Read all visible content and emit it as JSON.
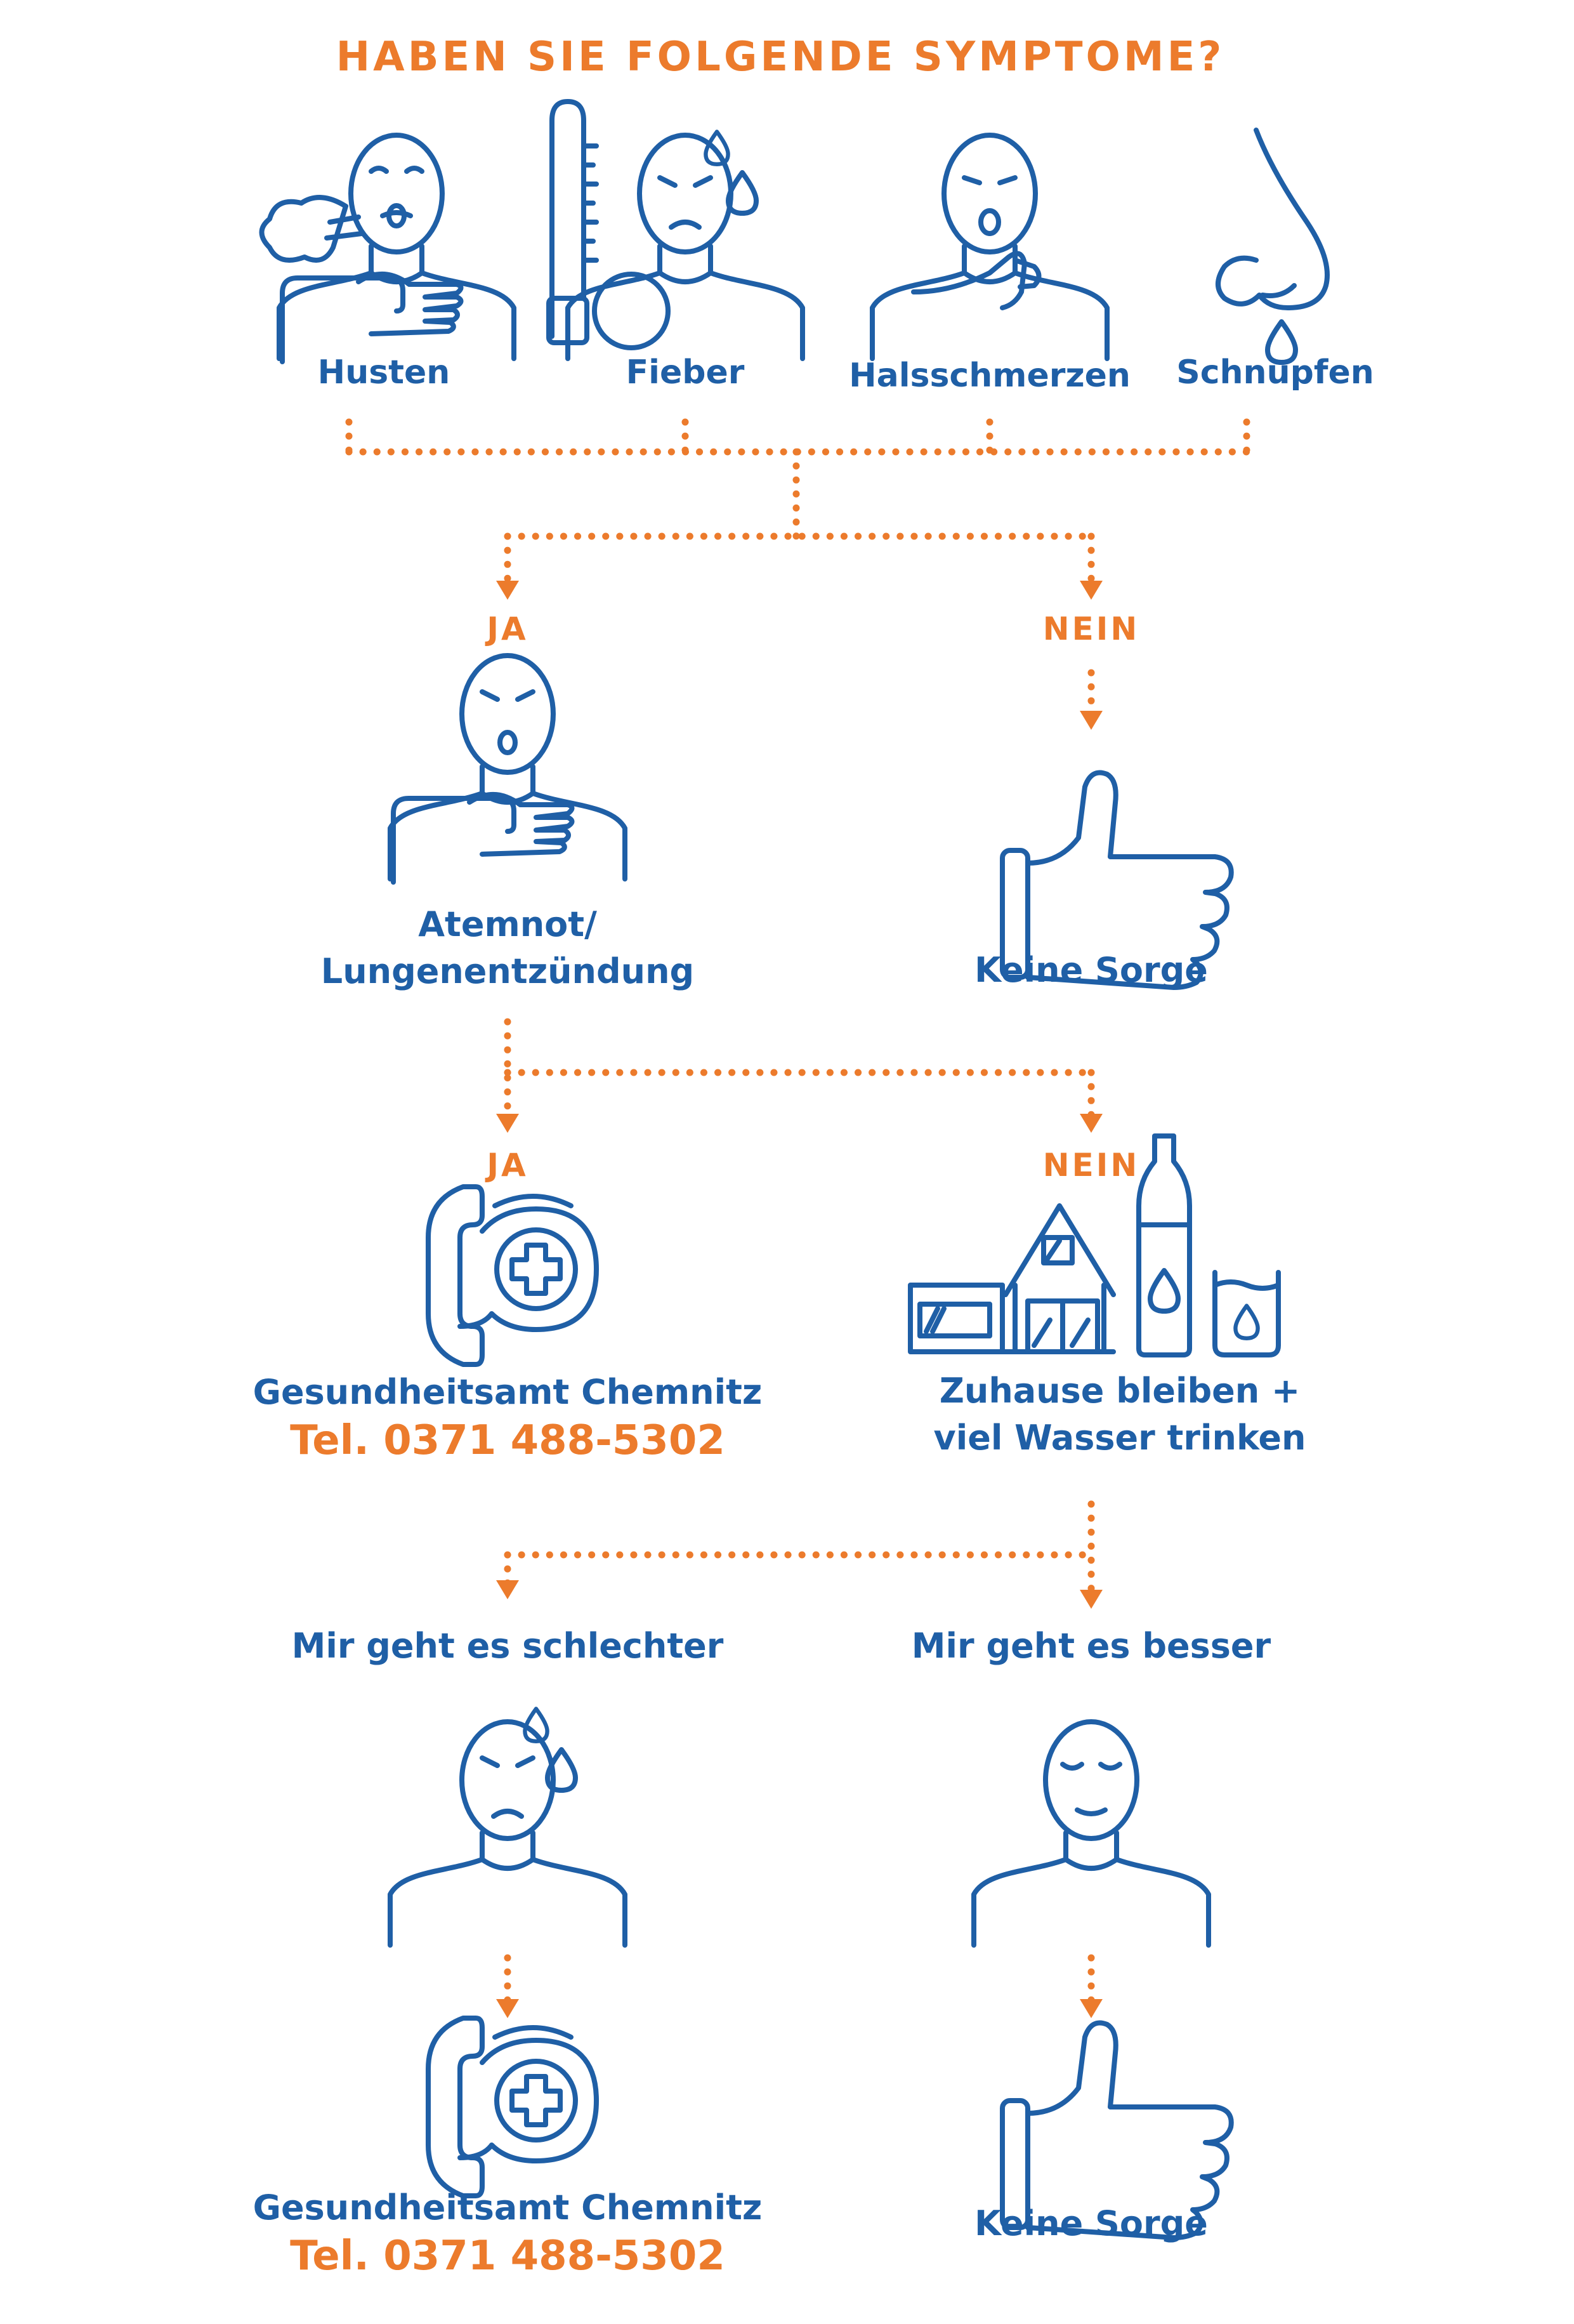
{
  "title": "HABEN SIE FOLGENDE SYMPTOME?",
  "symptoms": [
    {
      "label": "Husten",
      "icon": "coughing-person-icon"
    },
    {
      "label": "Fieber",
      "icon": "fever-thermometer-icon"
    },
    {
      "label": "Halsschmerzen",
      "icon": "sore-throat-icon"
    },
    {
      "label": "Schnupfen",
      "icon": "runny-nose-icon"
    }
  ],
  "step1": {
    "yes_label": "JA",
    "no_label": "NEIN",
    "yes_caption_line1": "Atemnot/",
    "yes_caption_line2": "Lungenentzündung",
    "no_caption": "Keine Sorge"
  },
  "step2": {
    "yes_label": "JA",
    "no_label": "NEIN",
    "yes_caption": "Gesundheitsamt Chemnitz",
    "yes_phone": "Tel. 0371 488-5302",
    "no_caption_line1": "Zuhause bleiben +",
    "no_caption_line2": "viel Wasser trinken"
  },
  "step3": {
    "worse_label": "Mir geht es schlechter",
    "better_label": "Mir geht es besser",
    "worse_caption": "Gesundheitsamt Chemnitz",
    "worse_phone": "Tel. 0371 488-5302",
    "better_caption": "Keine Sorge"
  },
  "colors": {
    "primary_blue": "#1f5fa6",
    "accent_orange": "#ec7b2c",
    "background": "#ffffff"
  }
}
